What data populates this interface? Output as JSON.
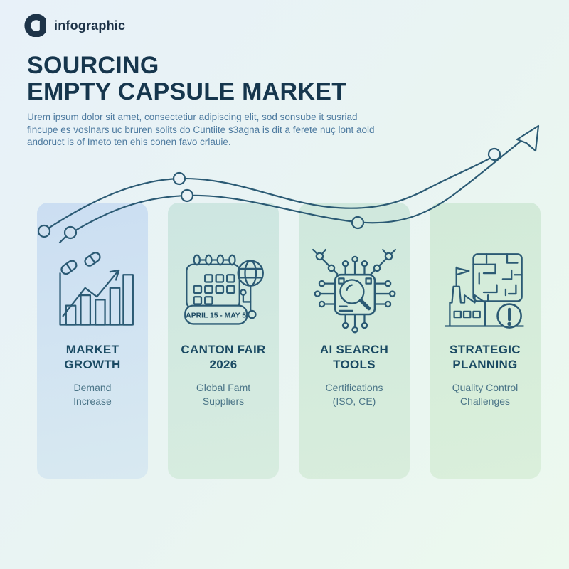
{
  "header": {
    "logo_text": "infographic"
  },
  "title": {
    "line1": "SOURCING",
    "line2": "EMPTY CAPSULE MARKET"
  },
  "intro": {
    "lines": [
      "Urem ipsum dolor sit amet, consectetiur adipiscing elit, sod sonsube it susriad",
      "fincupe es voslnars uc bruren solits do Cuntiite s3agna is dit a ferete nuç lont aold",
      "andoruct is of Imeto ten ehis conen favo crlauie."
    ]
  },
  "cards": [
    {
      "id": "market-growth",
      "icon": "bar-chart-capsules-icon",
      "title_line1": "MARKET",
      "title_line2": "GROWTH",
      "subtitle_line1": "Demand",
      "subtitle_line2": "Increase"
    },
    {
      "id": "canton-fair-2026",
      "icon": "calendar-globe-icon",
      "badge": "APRIL 15 - MAY 5",
      "title_line1": "CANTON FAIR",
      "title_line2": "2026",
      "subtitle_line1": "Global Famt",
      "subtitle_line2": "Suppliers"
    },
    {
      "id": "ai-search-tools",
      "icon": "chip-magnifier-icon",
      "title_line1": "AI SEARCH",
      "title_line2": "TOOLS",
      "subtitle_line1": "Certifications",
      "subtitle_line2": "(ISO, CE)"
    },
    {
      "id": "strategic-planning",
      "icon": "factory-maze-icon",
      "title_line1": "STRATEGIC",
      "title_line2": "PLANNING",
      "subtitle_line1": "Quality Control",
      "subtitle_line2": "Challenges"
    }
  ],
  "colors": {
    "background_top_left": "#e8f1f9",
    "background_bottom_right": "#ecf9ee",
    "line_stroke": "#2b5a74",
    "title_text": "#16364d",
    "body_text": "#4e7ba0",
    "card_title_text": "#1a4a63",
    "card_subtitle_text": "#4a7487",
    "logo": "#1d3348",
    "card1_bg": "#cbdef2",
    "card2_bg": "#cde6e1",
    "card3_bg": "#cfe8dd",
    "card4_bg": "#d2ead9"
  }
}
